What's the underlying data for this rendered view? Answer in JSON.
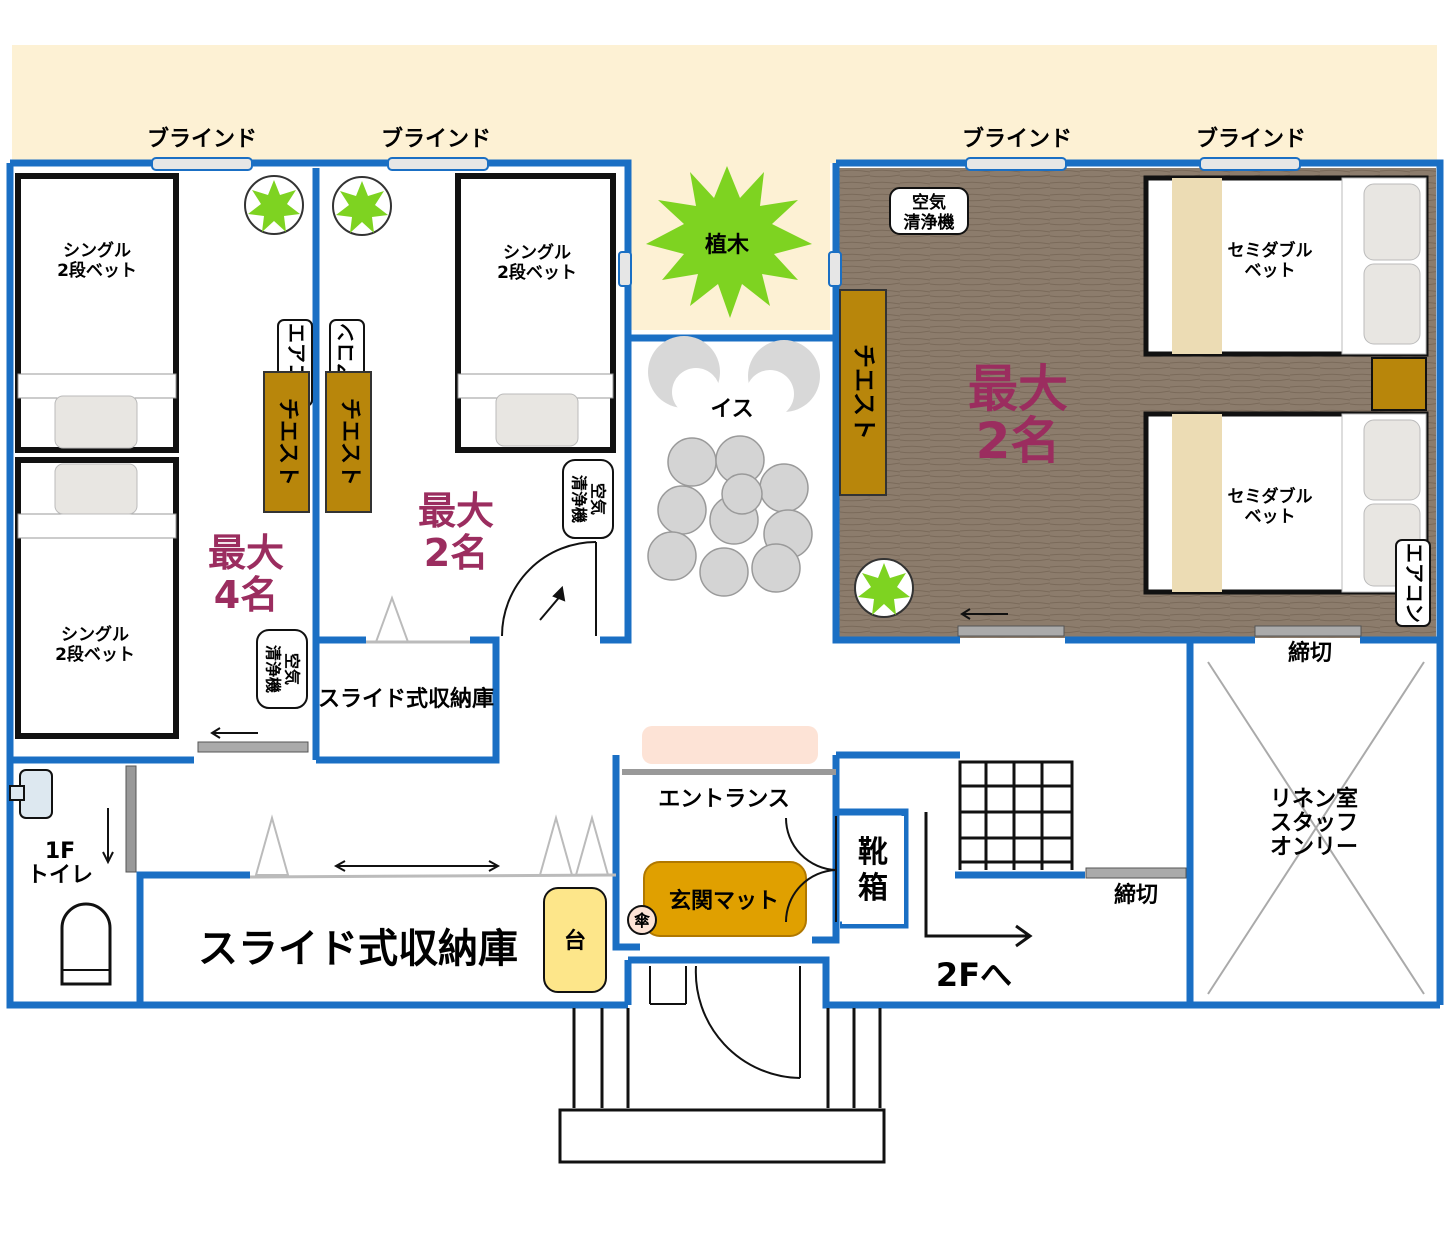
{
  "labels": {
    "blind": "ブラインド",
    "single_bunk": [
      "シングル",
      "2段ベット"
    ],
    "semi_double": [
      "セミダブル",
      "ベット"
    ],
    "aircon": "エアコン",
    "chest": "チエスト",
    "air_purifier": [
      "空気",
      "清浄機"
    ],
    "tree": "植木",
    "chair": "イス",
    "slide_storage": "スライド式収納庫",
    "entrance": "エントランス",
    "genkan_mat": "玄関マット",
    "umbrella": "傘",
    "shoe_box": [
      "靴",
      "箱"
    ],
    "stand": "台",
    "to_2f": "2Fへ",
    "closed": "締切",
    "linen_room": [
      "リネン室",
      "スタッフ",
      "オンリー"
    ],
    "toilet": [
      "1F",
      "トイレ"
    ]
  },
  "capacity": {
    "room_a": [
      "最大",
      "4名"
    ],
    "room_b": [
      "最大",
      "2名"
    ],
    "room_c": [
      "最大",
      "2名"
    ]
  },
  "colors": {
    "wall": "#1a6fc4",
    "outdoor": "#fdf1d4",
    "wood_floor": "#8a7a6a",
    "chest": "#b8860b",
    "mat": "#e0a000",
    "tree": "#7ed321",
    "capacity_text": "#9b2d5f"
  }
}
